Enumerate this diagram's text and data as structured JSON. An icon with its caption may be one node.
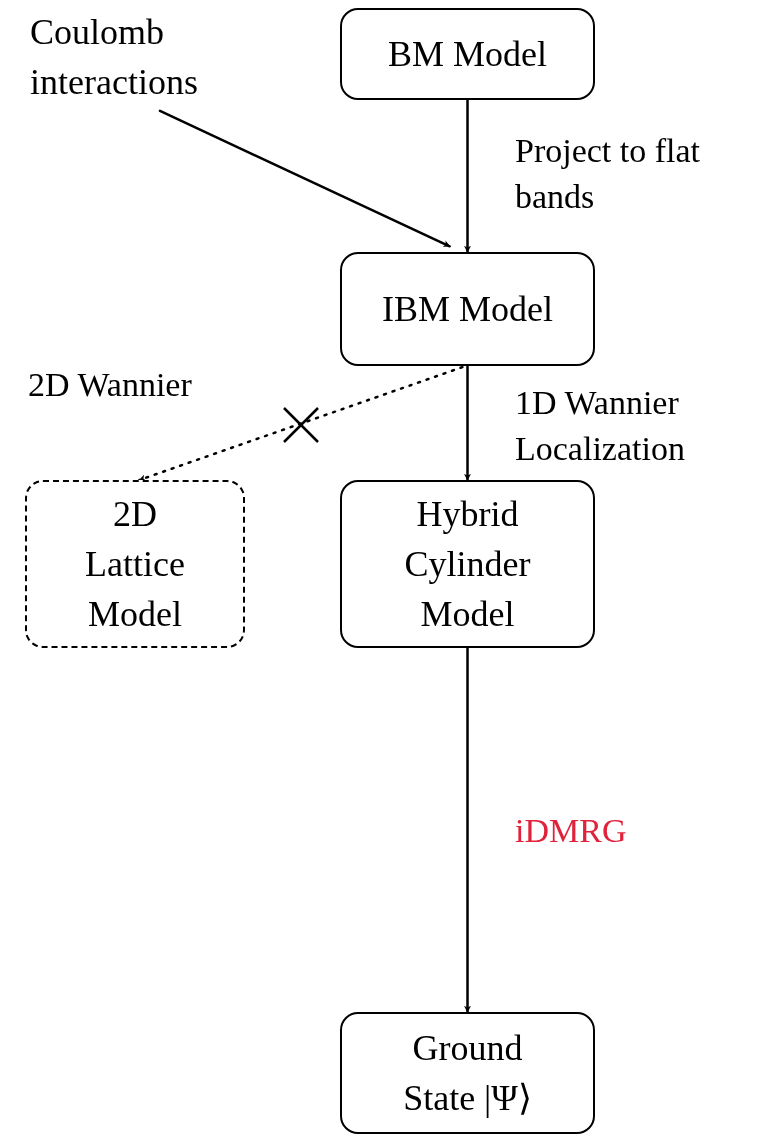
{
  "diagram": {
    "nodes": [
      {
        "text": [
          "BM Model"
        ]
      },
      {
        "text": [
          "IBM Model"
        ]
      },
      {
        "text": [
          "Hybrid Cylinder Model"
        ]
      },
      {
        "text": [
          "Ground State |Ψ⟩"
        ]
      },
      {
        "text": [
          "2D Lattice Model"
        ]
      },
      {
        "text": [
          "Coulomb interactions"
        ]
      }
    ],
    "edges": [
      {
        "from": 0,
        "to": 1,
        "arrow": "to",
        "label": "Project to flat bands"
      },
      {
        "from": 5,
        "to": 1,
        "arrow": "to"
      },
      {
        "from": 1,
        "to": 2,
        "arrow": "to",
        "label": "1D Wannier Localization"
      },
      {
        "from": 1,
        "to": 4,
        "arrow": "to",
        "label": "2D Wannier",
        "style": "dashed"
      },
      {
        "from": 2,
        "to": 3,
        "arrow": "to",
        "label": "iDMRG"
      }
    ]
  }
}
